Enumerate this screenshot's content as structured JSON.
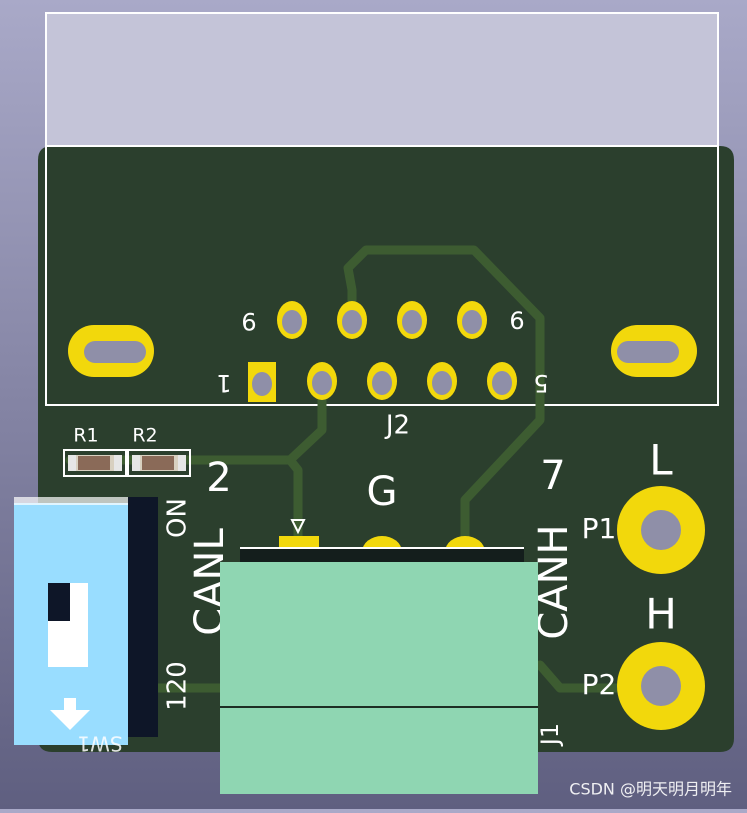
{
  "board": {
    "colors": {
      "pcb": "#2b3f2d",
      "trace": "#3d5c31",
      "copper_pad": "#f2d80c",
      "drill": "#8f8fa8",
      "silkscreen": "#ffffff",
      "terminal_block": "#8fd6b2",
      "dip_switch": "#99ddff",
      "dip_switch_dark": "#0e1628"
    },
    "connector_j2": {
      "ref": "J2",
      "pin_labels": [
        "9",
        "6",
        "1",
        "5"
      ]
    },
    "resistors": [
      {
        "ref": "R1"
      },
      {
        "ref": "R2"
      }
    ],
    "dip_switch": {
      "ref": "SW1",
      "ref_visible": "SW1",
      "on_label": "ON",
      "value_label": "120",
      "position_mark": "1",
      "arrow_icon": "down-arrow-icon"
    },
    "terminal_j1": {
      "ref": "J1",
      "pins": [
        {
          "number": "2",
          "name": "CANL"
        },
        {
          "number": "",
          "name": "G"
        },
        {
          "number": "7",
          "name": "CANH"
        }
      ]
    },
    "test_points": [
      {
        "ref": "P1",
        "name": "L"
      },
      {
        "ref": "P2",
        "name": "H"
      }
    ]
  },
  "watermark": "CSDN @明天明月明年"
}
